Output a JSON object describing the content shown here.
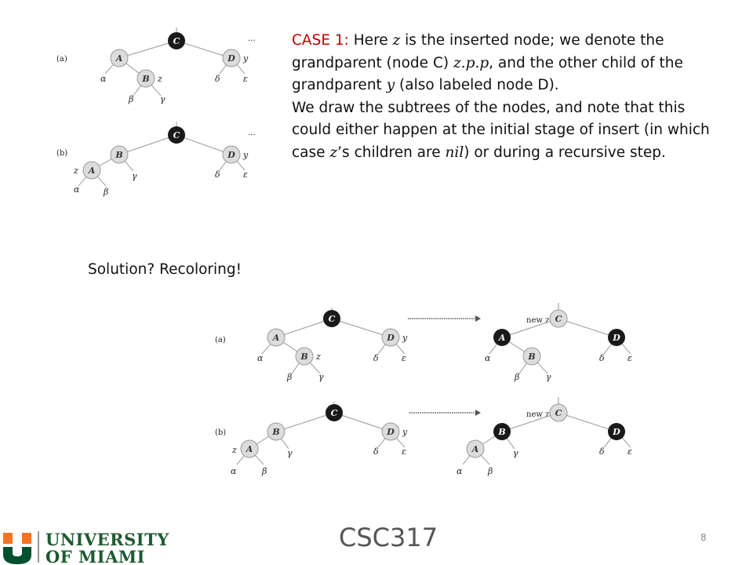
{
  "slide": {
    "case_label": "CASE 1:",
    "case_text_1": " Here ",
    "z": "z",
    "case_text_2": " is the inserted node; we denote the grandparent (node C) ",
    "zpp": "z.p.p",
    "case_text_3": ", and the other child of the grandparent ",
    "y": "y",
    "case_text_4": " (also labeled node D).",
    "para2_text_1": "We draw the subtrees of the nodes, and note that this could either happen at the initial stage of insert (in which case ",
    "para2_text_2": "’s children are ",
    "nil": "nil",
    "para2_text_3": ") or during a recursive step.",
    "solution": "Solution? Recoloring!",
    "course": "CSC317",
    "page_number": "8"
  },
  "figure_labels": {
    "a": "(a)",
    "b": "(b)",
    "dots": "...",
    "new_z": "new z",
    "A": "A",
    "B": "B",
    "C": "C",
    "D": "D",
    "z": "z",
    "y": "y",
    "alpha": "α",
    "beta": "β",
    "gamma": "γ",
    "delta": "δ",
    "epsilon": "ε"
  },
  "logo": {
    "line1": "UNIVERSITY",
    "line2": "OF MIAMI",
    "orange": "#f47321",
    "green": "#005030"
  },
  "colors": {
    "red_text": "#c00000",
    "black_node": "#1a1a1a",
    "red_node": "#dcdcdc"
  }
}
